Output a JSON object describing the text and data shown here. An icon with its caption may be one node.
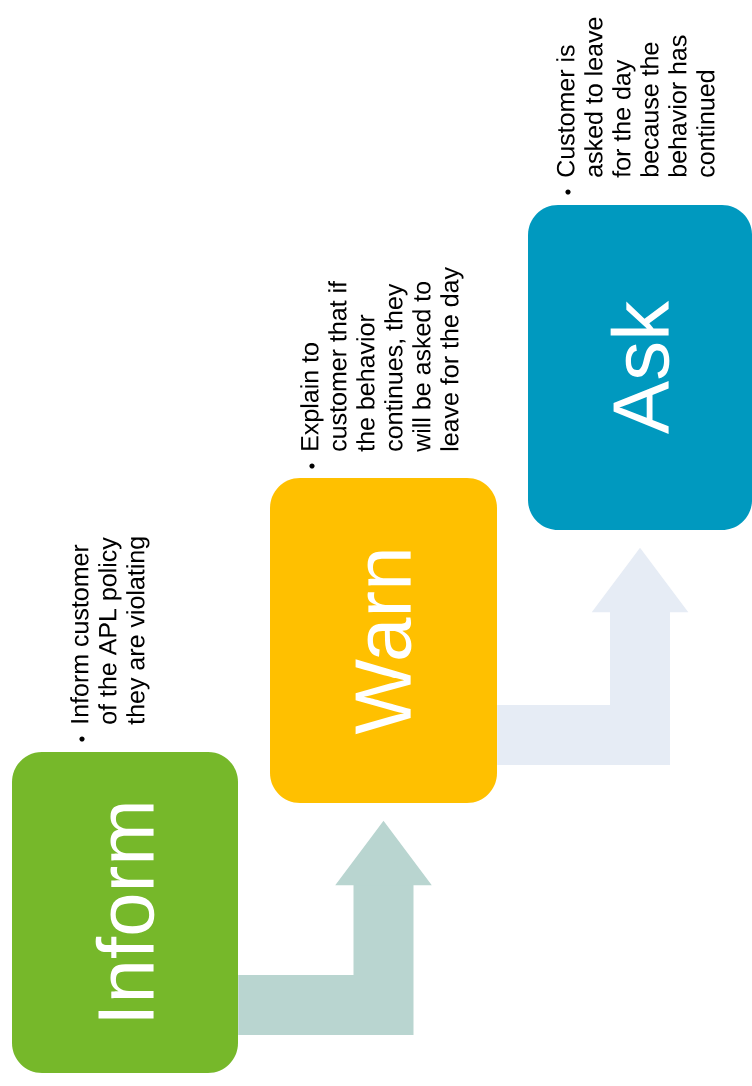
{
  "diagram": {
    "nodes": [
      {
        "text": [
          "Inform"
        ],
        "beside": [
          "Inform customer of the APL policy they are violating"
        ]
      },
      {
        "text": [
          "Warn"
        ],
        "beside": [
          "Explain to customer that if the behavior continues, they will be asked to leave for the day"
        ]
      },
      {
        "text": [
          "Ask"
        ],
        "beside": [
          "Customer is asked to leave for the day because the behavior has continued"
        ]
      }
    ],
    "edges": [
      {
        "from": 0,
        "to": 1,
        "arrow": "to",
        "color": "#b9d5d0"
      },
      {
        "from": 1,
        "to": 2,
        "arrow": "to",
        "color": "#e6ecf5"
      }
    ]
  }
}
